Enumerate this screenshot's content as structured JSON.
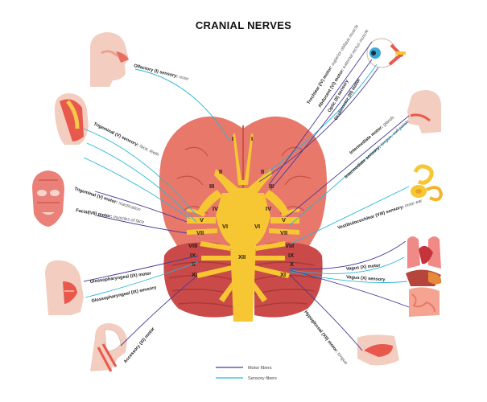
{
  "title": "CRANIAL NERVES",
  "colors": {
    "motor": "#4a3a9a",
    "sensory": "#29b6d9",
    "brain": "#e8786a",
    "brain_dark": "#c95449",
    "nerve": "#f6c733",
    "cerebellum": "#c94a48",
    "skin": "#f6c8b8"
  },
  "labels": {
    "olfactory": {
      "name": "Olfactory (I) sensory:",
      "detail": "nose"
    },
    "trigeminal_sensory": {
      "name": "Trigeminal (V) sensory:",
      "detail": "face, teeth"
    },
    "trigeminal_motor": {
      "name": "Trigeminal (V) motor:",
      "detail": "mastication"
    },
    "facial_motor": {
      "name": "Facial(VII) motor:",
      "detail": "muscles of face"
    },
    "glosso_motor": {
      "name": "Glossopharyngeal (IX) motor",
      "detail": ""
    },
    "glosso_sensory": {
      "name": "Glossopharyngeal (IX) sensory",
      "detail": ""
    },
    "accessory": {
      "name": "Accessory (XI) motor",
      "detail": ""
    },
    "trochlear": {
      "name": "Trochlear (IV) motor:",
      "detail": "superior oblique muscle"
    },
    "abducent": {
      "name": "Abducent (VI) motor:",
      "detail": "external rectus muscle"
    },
    "optic": {
      "name": "Optic (II) sensory",
      "detail": ""
    },
    "oculomotor": {
      "name": "Oculomotor (III) motor",
      "detail": ""
    },
    "intermediate_motor": {
      "name": "Intermediate motor:",
      "detail": "glands"
    },
    "intermediate_sensory": {
      "name": "Intermediate sensory:",
      "detail": "tongue, soft palate"
    },
    "vestibulocochlear": {
      "name": "Vestibulocochlear (VIII) sensory:",
      "detail": "inner ear"
    },
    "vagus_motor": {
      "name": "Vagus (X) motor",
      "detail": ""
    },
    "vagus_sensory": {
      "name": "Vagus (X) sensory",
      "detail": ""
    },
    "hypoglossal": {
      "name": "Hypoglossal (XII) motor:",
      "detail": "tongue"
    }
  },
  "roman": [
    "I",
    "I",
    "II",
    "II",
    "III",
    "III",
    "IV",
    "IV",
    "V",
    "V",
    "VI",
    "VI",
    "VII",
    "VII",
    "VIII",
    "VIII",
    "IX",
    "IX",
    "X",
    "X",
    "XI",
    "XI",
    "XII"
  ],
  "legend": {
    "motor": "Motor fibers",
    "sensory": "Sensory fibers"
  }
}
